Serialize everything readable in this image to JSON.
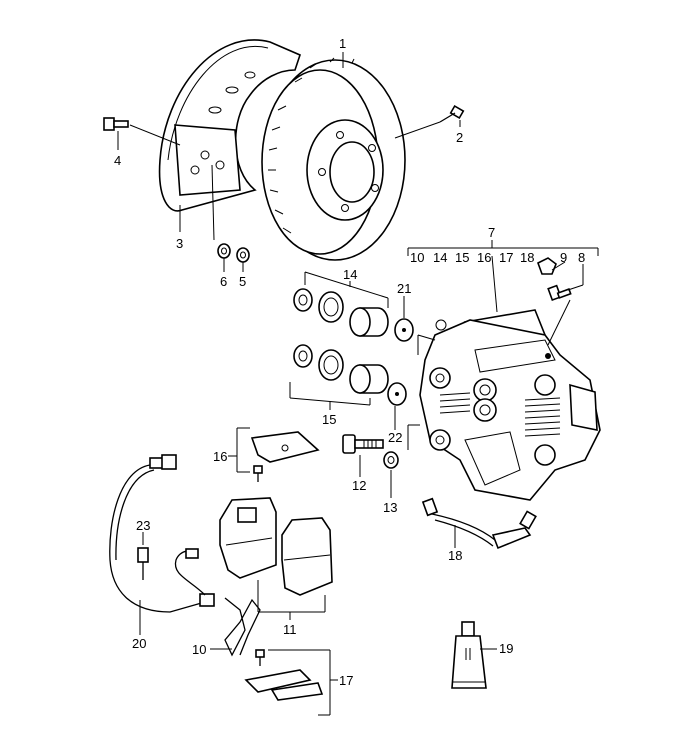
{
  "callouts": {
    "c1": "1",
    "c2": "2",
    "c3": "3",
    "c4": "4",
    "c5": "5",
    "c6": "6",
    "c7": "7",
    "c8": "8",
    "c9": "9",
    "c10": "10",
    "c11": "11",
    "c12": "12",
    "c13": "13",
    "c14": "14",
    "c15": "15",
    "c16": "16",
    "c17": "17",
    "c18": "18",
    "c19": "19",
    "c20": "20",
    "c21": "21",
    "c22": "22",
    "c23": "23"
  },
  "caliper_includes": [
    "10",
    "14",
    "15",
    "16",
    "17",
    "18"
  ]
}
